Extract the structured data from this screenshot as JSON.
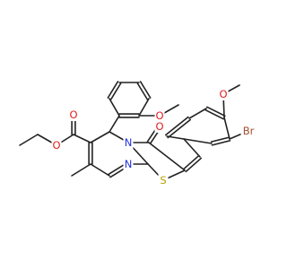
{
  "molecule": {
    "atom_colors": {
      "C": "#222222",
      "O": "#e02020",
      "N": "#2030e0",
      "S": "#b8a000",
      "Br": "#a0522d"
    },
    "atom_labels": [
      {
        "id": "o_ester_carbonyl",
        "text": "O",
        "element": "O"
      },
      {
        "id": "o_ester_ether",
        "text": "O",
        "element": "O"
      },
      {
        "id": "o_methoxy_phenyl",
        "text": "O",
        "element": "O"
      },
      {
        "id": "o_ketone",
        "text": "O",
        "element": "O"
      },
      {
        "id": "n_ring_top",
        "text": "N",
        "element": "N"
      },
      {
        "id": "n_ring_bottom",
        "text": "N",
        "element": "N"
      },
      {
        "id": "s_thiazole",
        "text": "S",
        "element": "S"
      },
      {
        "id": "o_methoxy_benzylidene",
        "text": "O",
        "element": "O"
      },
      {
        "id": "br_substituent",
        "text": "Br",
        "element": "Br"
      }
    ]
  }
}
